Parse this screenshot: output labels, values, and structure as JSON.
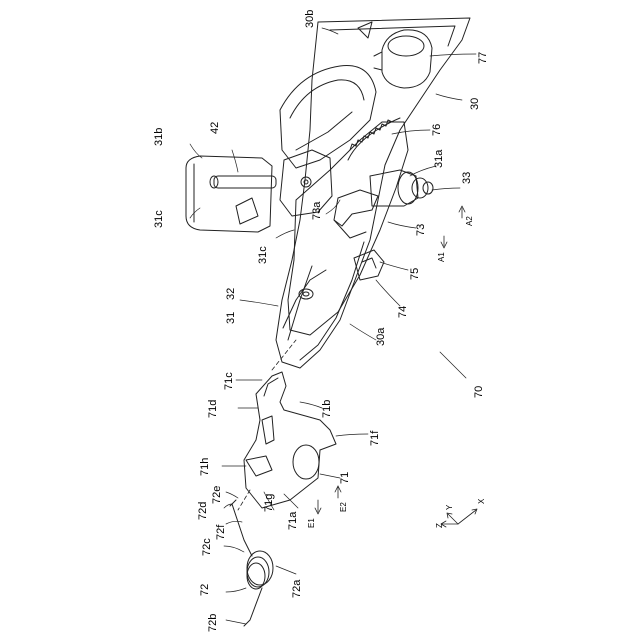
{
  "labels": {
    "l30b": "30b",
    "l77": "77",
    "l30": "30",
    "l76": "76",
    "l31b": "31b",
    "l42": "42",
    "l31a": "31a",
    "l33": "33",
    "l31c_top": "31c",
    "l73a": "73a",
    "l73": "73",
    "lA2": "A2",
    "lA1": "A1",
    "l31c_mid": "31c",
    "l75": "75",
    "l74": "74",
    "l32": "32",
    "l31": "31",
    "l30a": "30a",
    "l70": "70",
    "l71c": "71c",
    "l71d": "71d",
    "l71b": "71b",
    "l71f": "71f",
    "l71h": "71h",
    "l71": "71",
    "l72e": "72e",
    "l72d": "72d",
    "l71g": "71g",
    "l71a": "71a",
    "lE2": "E2",
    "lE1": "E1",
    "l72f": "72f",
    "l72c": "72c",
    "l72": "72",
    "l72a": "72a",
    "l72b": "72b",
    "lX": "X",
    "lY": "Y",
    "lZ": "Z"
  }
}
